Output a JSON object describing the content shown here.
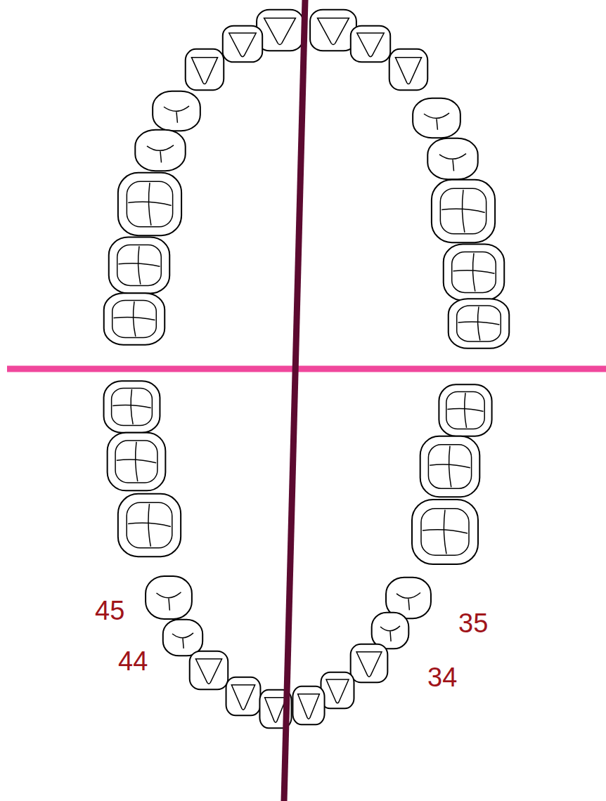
{
  "diagram": {
    "labels": [
      "45",
      "44",
      "35",
      "34"
    ]
  }
}
